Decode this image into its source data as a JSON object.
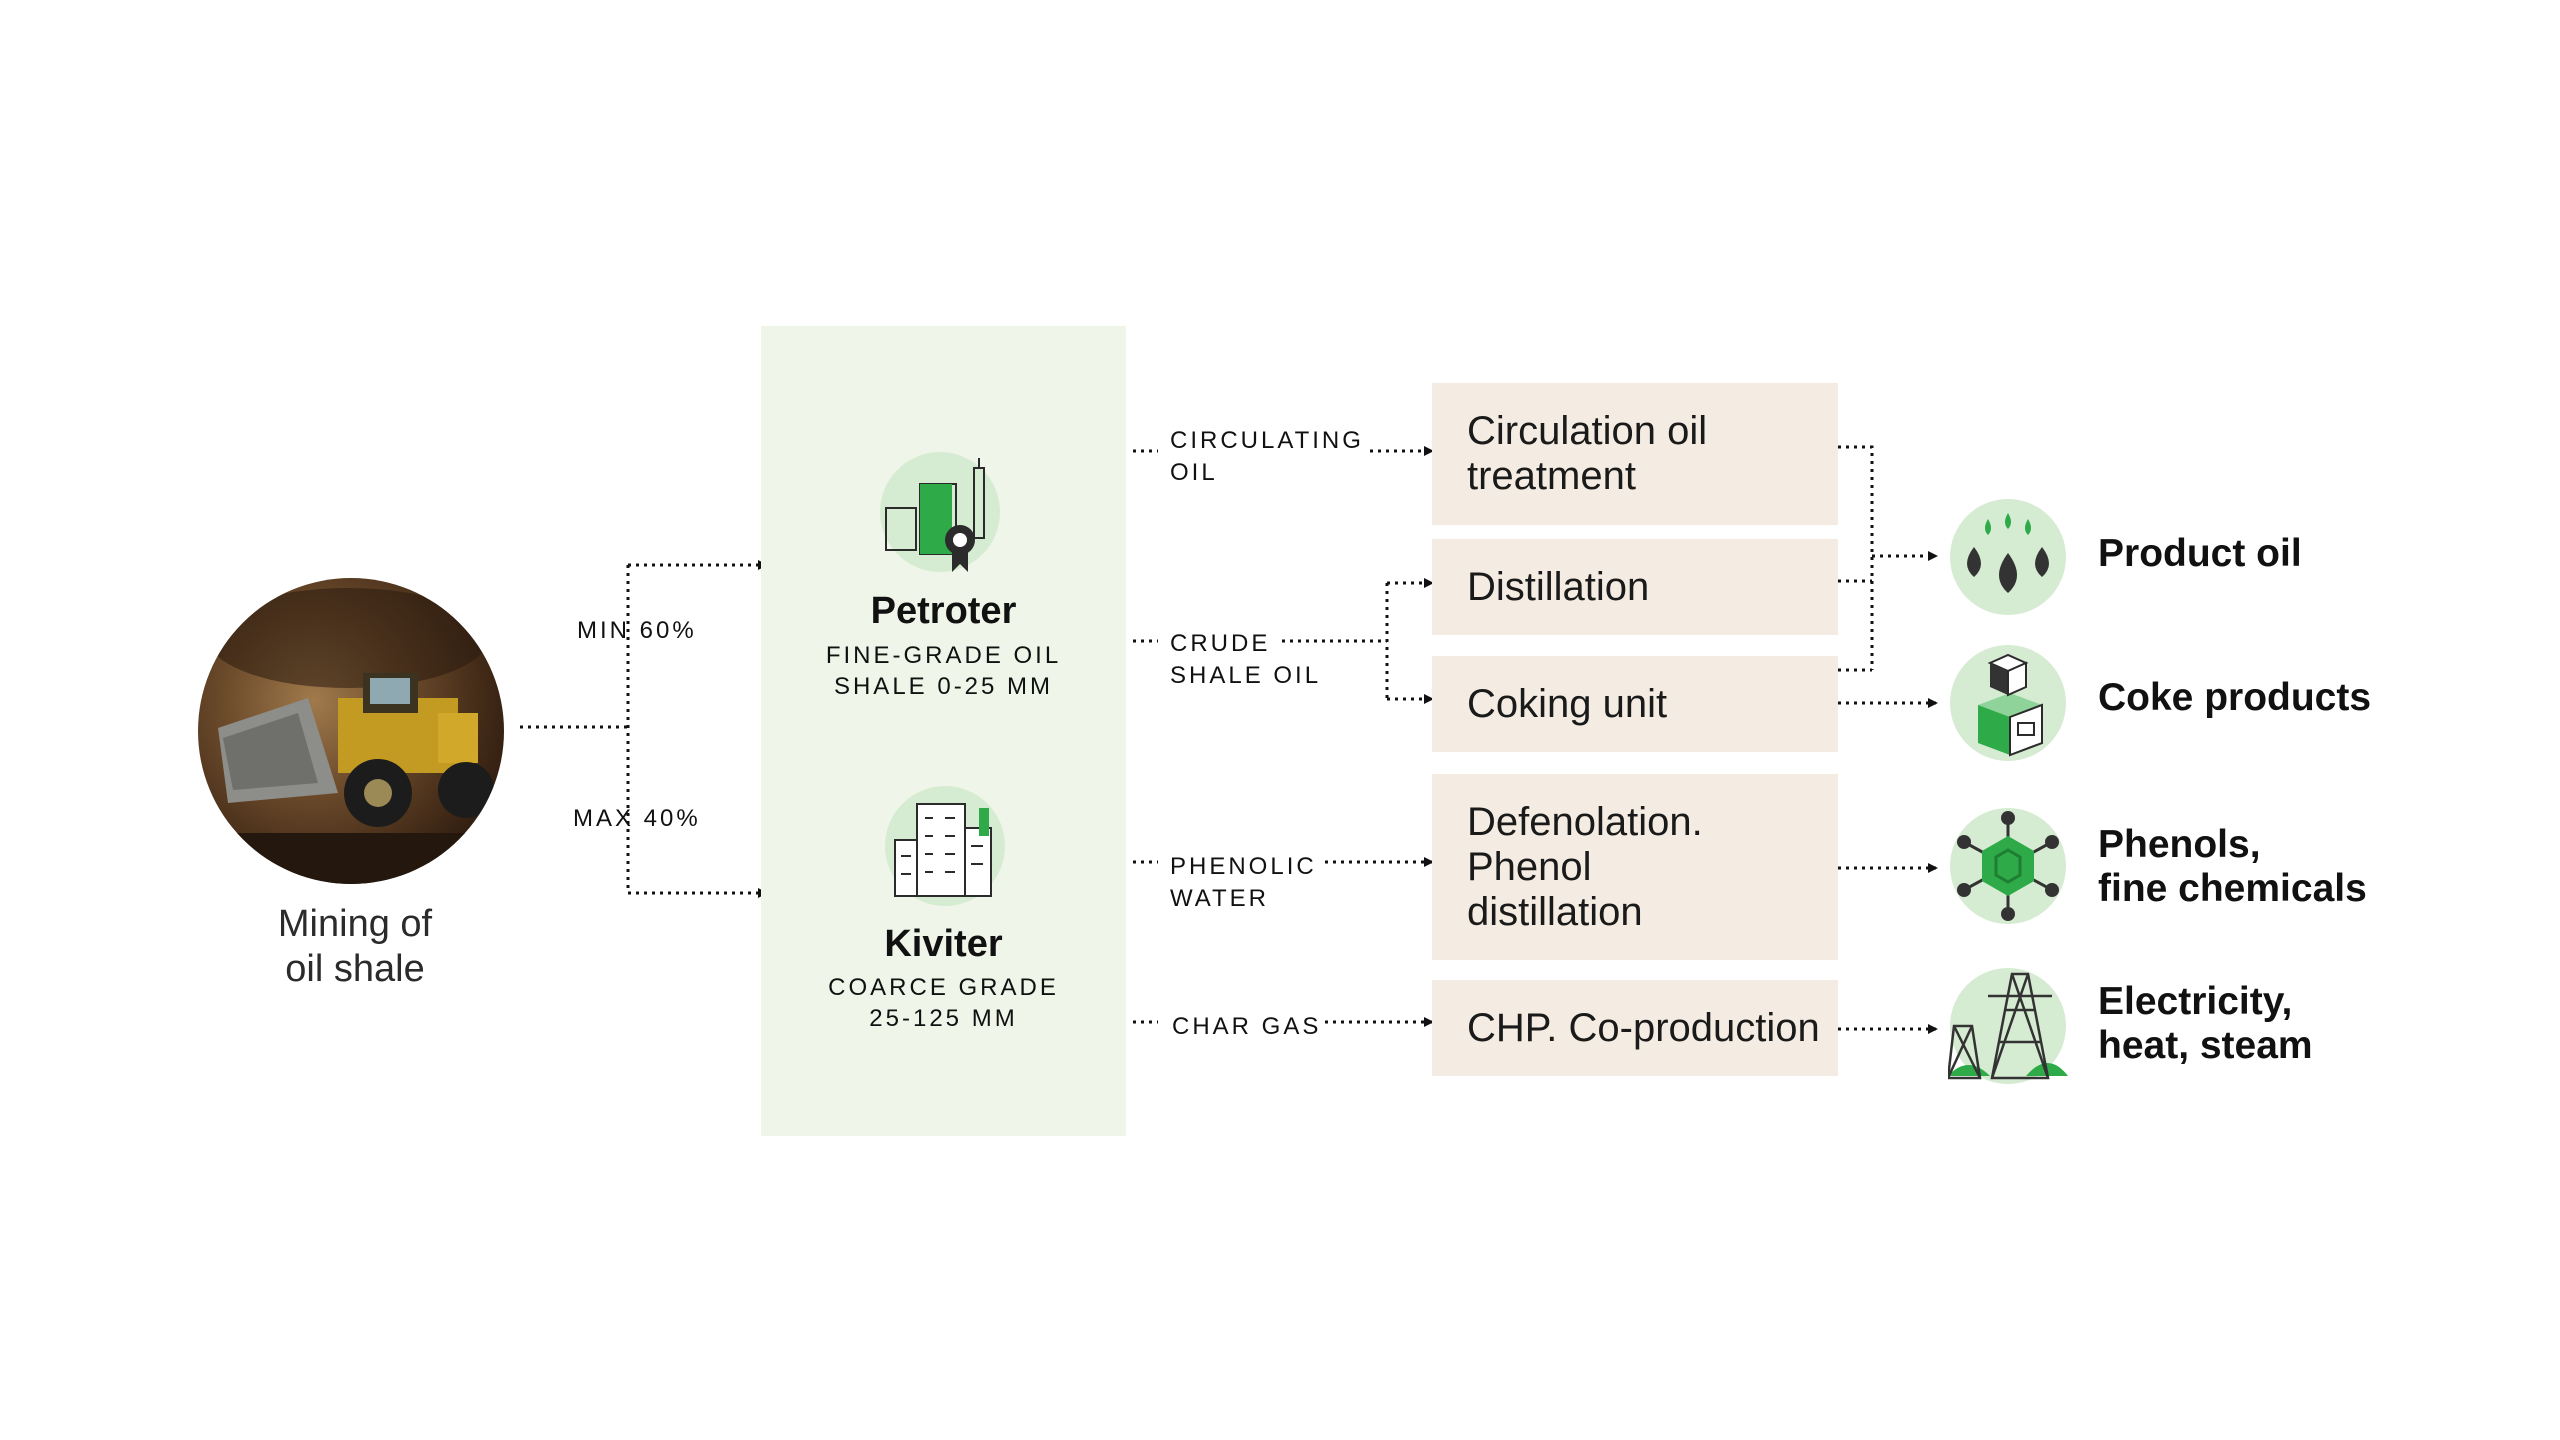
{
  "source": {
    "caption": "Mining of\noil shale",
    "split_top": "MIN 60%",
    "split_bottom": "MAX 40%"
  },
  "plants": [
    {
      "name": "Petroter",
      "subtitle": "FINE-GRADE OIL\nSHALE 0-25 MM",
      "icon": "factory-certified-icon"
    },
    {
      "name": "Kiviter",
      "subtitle": "COARCE GRADE\n25-125 MM",
      "icon": "buildings-icon"
    }
  ],
  "streams": [
    {
      "label": "CIRCULATING\nOIL"
    },
    {
      "label": "CRUDE\nSHALE OIL"
    },
    {
      "label": "PHENOLIC\nWATER"
    },
    {
      "label": "CHAR GAS"
    }
  ],
  "processes": [
    {
      "label": "Circulation oil\ntreatment"
    },
    {
      "label": "Distillation"
    },
    {
      "label": "Coking unit"
    },
    {
      "label": "Defenolation.\nPhenol\ndistillation"
    },
    {
      "label": "CHP. Co-production"
    }
  ],
  "products": [
    {
      "label": "Product oil",
      "icon": "oil-drops-icon"
    },
    {
      "label": "Coke products",
      "icon": "boxes-icon"
    },
    {
      "label": "Phenols,\nfine chemicals",
      "icon": "molecule-icon"
    },
    {
      "label": "Electricity,\nheat, steam",
      "icon": "power-pylon-icon"
    }
  ],
  "colors": {
    "accent_green": "#2eaa48",
    "light_green": "#d6ecd2",
    "panel_green": "#eff5e8",
    "process_beige": "#f4ece2",
    "connector": "#111111"
  }
}
